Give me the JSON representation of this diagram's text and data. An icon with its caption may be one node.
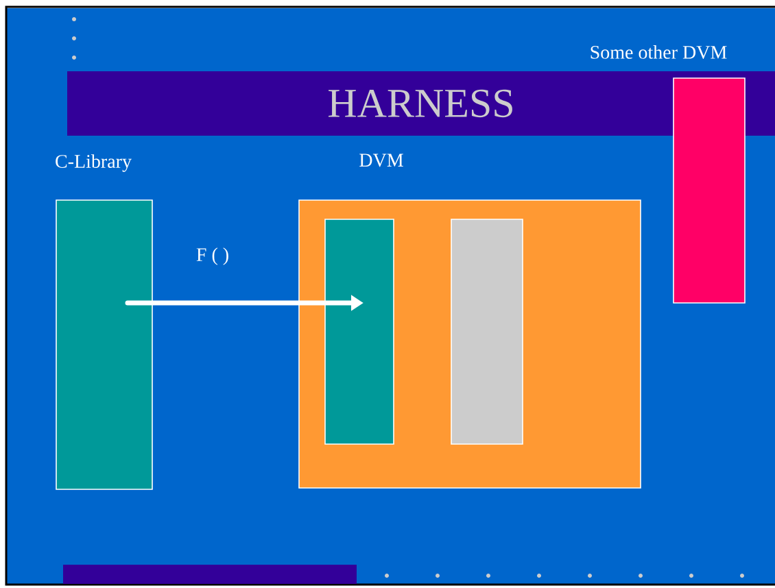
{
  "diagram": {
    "nodes": [
      {
        "text": [
          "HARNESS"
        ]
      },
      {
        "text": [
          "C-Library"
        ]
      },
      {
        "text": [
          "DVM"
        ]
      },
      {
        "text": [],
        "shape": "box",
        "in": 2
      },
      {
        "text": [],
        "shape": "box",
        "in": 2
      },
      {
        "text": [
          "Some other DVM"
        ]
      }
    ],
    "edges": [
      {
        "from": 1,
        "to": 3,
        "arrow": "to",
        "label": "F ( )"
      }
    ]
  }
}
